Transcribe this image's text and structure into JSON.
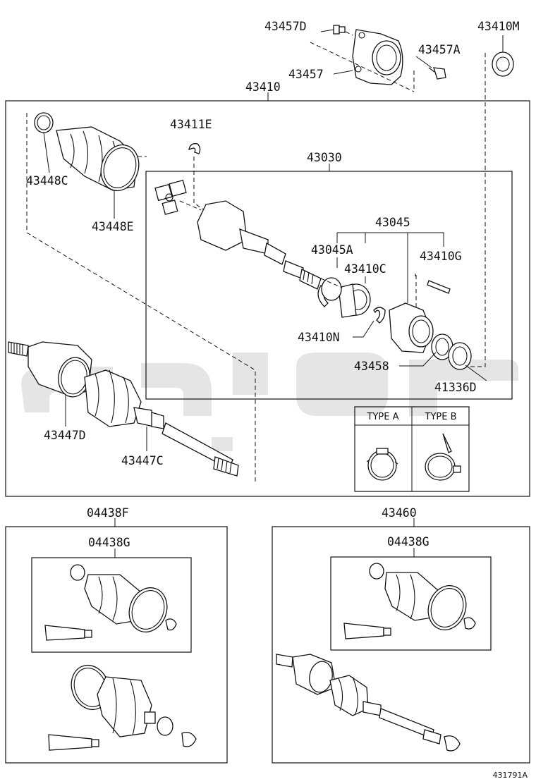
{
  "labels": {
    "p43457D": "43457D",
    "p43410M": "43410M",
    "p43457A": "43457A",
    "p43457": "43457",
    "p43410": "43410",
    "p43411E": "43411E",
    "p43030": "43030",
    "p43448C": "43448C",
    "p43448E": "43448E",
    "p43045": "43045",
    "p43045A": "43045A",
    "p43410G": "43410G",
    "p43410C": "43410C",
    "p43410N": "43410N",
    "p43458": "43458",
    "p41336D": "41336D",
    "p43447D": "43447D",
    "p43447C": "43447C",
    "p04438F": "04438F",
    "p04438G_left": "04438G",
    "p43460": "43460",
    "p04438G_right": "04438G"
  },
  "clamp_types": {
    "type_a": "TYPE A",
    "type_b": "TYPE B"
  },
  "figure_number": "431791A",
  "icons": [
    "drive-shaft-assembly",
    "boot",
    "clamp",
    "bearing",
    "circlip",
    "tripod-joint",
    "bracket",
    "bolt",
    "grease-tube"
  ]
}
